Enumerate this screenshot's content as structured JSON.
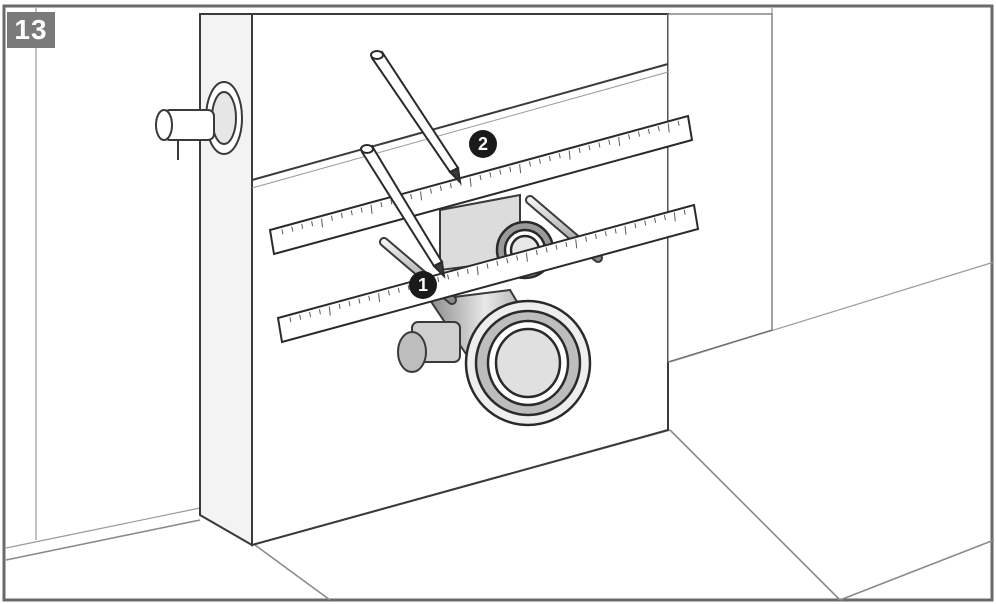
{
  "step": {
    "number": "13"
  },
  "callouts": [
    {
      "label": "1"
    },
    {
      "label": "2"
    }
  ],
  "colors": {
    "line": "#3a3a3a",
    "wall": "#ffffff",
    "shade": "#d9d9d9",
    "badge": "#7a7a7a"
  }
}
